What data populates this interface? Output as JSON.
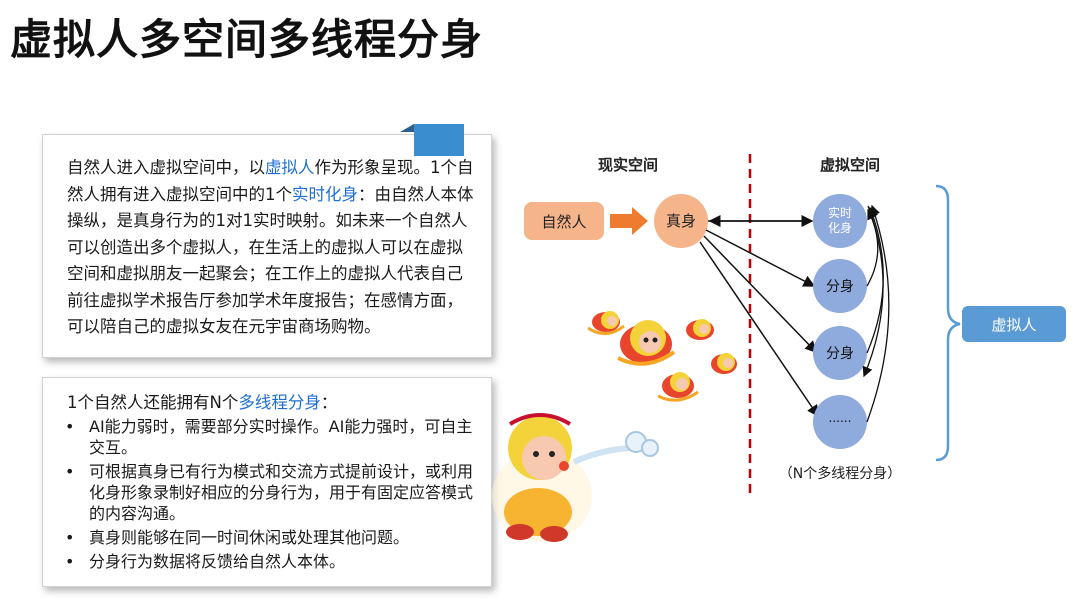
{
  "page": {
    "title": "虚拟人多空间多线程分身"
  },
  "card1": {
    "segments": [
      {
        "text": "自然人进入虚拟空间中，以",
        "hl": false
      },
      {
        "text": "虚拟人",
        "hl": true
      },
      {
        "text": "作为形象呈现。1个自然人拥有进入虚拟空间中的1个",
        "hl": false
      },
      {
        "text": "实时化身",
        "hl": true
      },
      {
        "text": "：由自然人本体操纵，是真身行为的1对1实时映射。如未来一个自然人可以创造出多个虚拟人，在生活上的虚拟人可以在虚拟空间和虚拟朋友一起聚会；在工作上的虚拟人代表自己前往虚拟学术报告厅参加学术年度报告；在感情方面，可以陪自己的虚拟女友在元宇宙商场购物。",
        "hl": false
      }
    ]
  },
  "card2": {
    "head_pre": "1个自然人还能拥有N个",
    "head_hl": "多线程分身",
    "head_post": "：",
    "bullets": [
      "AI能力弱时，需要部分实时操作。AI能力强时，可自主交互。",
      "可根据真身已有行为模式和交流方式提前设计，或利用化身形象录制好相应的分身行为，用于有固定应答模式的内容沟通。",
      "真身则能够在同一时间休闲或处理其他问题。",
      "分身行为数据将反馈给自然人本体。"
    ]
  },
  "diagram": {
    "real_space_label": "现实空间",
    "virtual_space_label": "虚拟空间",
    "natural_person": "自然人",
    "true_self": "真身",
    "realtime_avatar_line1": "实时",
    "realtime_avatar_line2": "化身",
    "clone1": "分身",
    "clone2": "分身",
    "clone_more": "......",
    "n_clones_caption": "（N个多线程分身）",
    "virtual_human": "虚拟人",
    "colors": {
      "orange_fill": "#f5b489",
      "arrow_orange": "#ee7b2f",
      "blue_circle": "#8faadc",
      "blue_box": "#5b9bd5",
      "divider_red": "#c00000",
      "brace_blue": "#5b9bd5"
    }
  },
  "illustrations": {
    "monkeys_group": "monkey-clones-illustration",
    "monkey_blowing": "monkey-king-blowing-illustration"
  }
}
